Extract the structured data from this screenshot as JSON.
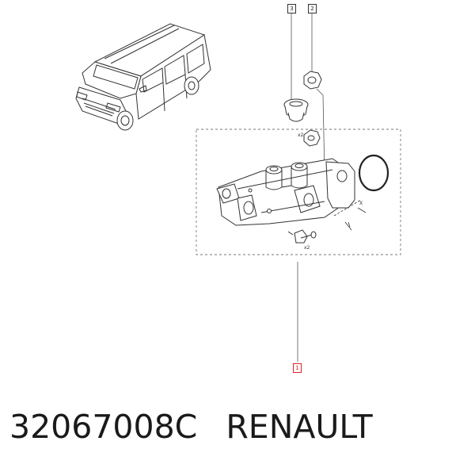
{
  "callouts": {
    "part_3": "3",
    "part_2": "2",
    "part_1": "1"
  },
  "quantities": {
    "qty_a": "x2",
    "qty_b": "x2"
  },
  "axis_label": "X",
  "caption": {
    "part_number": "32067008C",
    "brand": "RENAULT"
  },
  "colors": {
    "line": "#333333",
    "highlight": "#d22222"
  }
}
